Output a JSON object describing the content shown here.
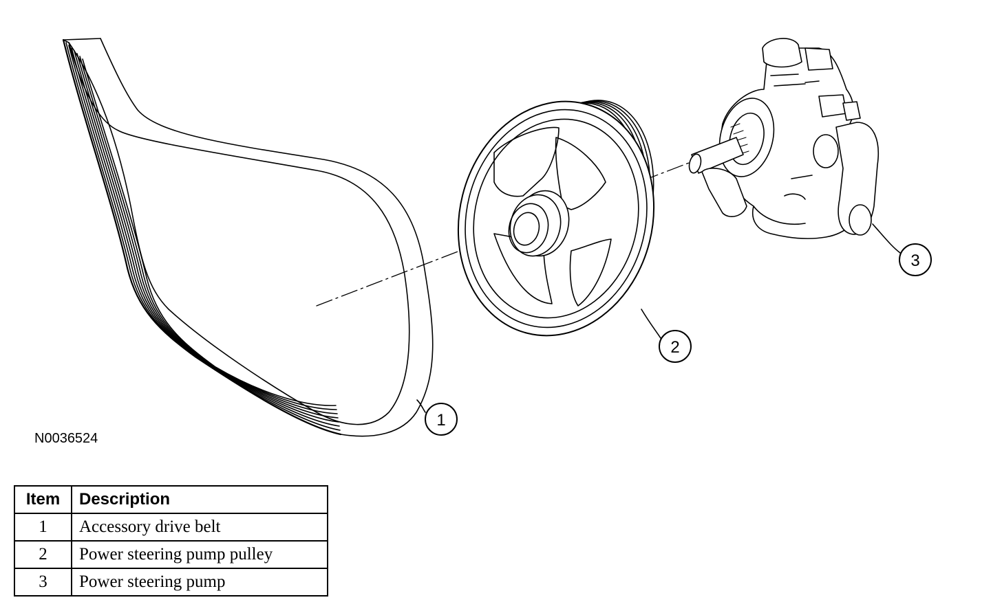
{
  "figure_id": "N0036524",
  "callouts": [
    {
      "label": "1"
    },
    {
      "label": "2"
    },
    {
      "label": "3"
    }
  ],
  "legend": {
    "headers": {
      "item": "Item",
      "description": "Description"
    },
    "rows": [
      {
        "item": "1",
        "description": "Accessory drive belt"
      },
      {
        "item": "2",
        "description": "Power steering pump pulley"
      },
      {
        "item": "3",
        "description": "Power steering pump"
      }
    ]
  }
}
